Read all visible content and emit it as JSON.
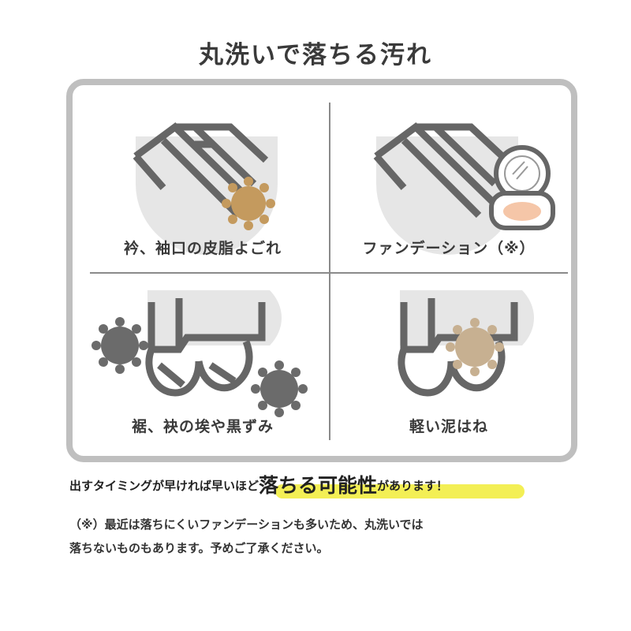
{
  "title": "丸洗いで落ちる汚れ",
  "cells": [
    {
      "label": "衿、袖口の皮脂よごれ"
    },
    {
      "label": "ファンデーション（※）"
    },
    {
      "label": "裾、袂の埃や黒ずみ"
    },
    {
      "label": "軽い泥はね"
    }
  ],
  "note": {
    "part1": "出すタイミングが早ければ",
    "part2": "早いほど",
    "part3": "落ちる可能性",
    "part4": "があります！"
  },
  "footnote": {
    "line1": "（※）最近は落ちにくいファンデーションも多いため、丸洗いでは",
    "line2": "落ちないものもあります。予めご了承ください。"
  },
  "colors": {
    "border": "#bfbfbf",
    "line": "#666666",
    "bg_circle": "#e6e6e6",
    "sebum": "#c49a5e",
    "dust": "#6b6b6b",
    "mud": "#c7b091",
    "powder": "#f5c6a8",
    "highlight": "#f3ef55"
  },
  "icons": [
    "collar-icon",
    "sebum-stain-icon",
    "compact-icon",
    "sleeve-hem-icon",
    "dust-icon",
    "mud-stain-icon"
  ]
}
